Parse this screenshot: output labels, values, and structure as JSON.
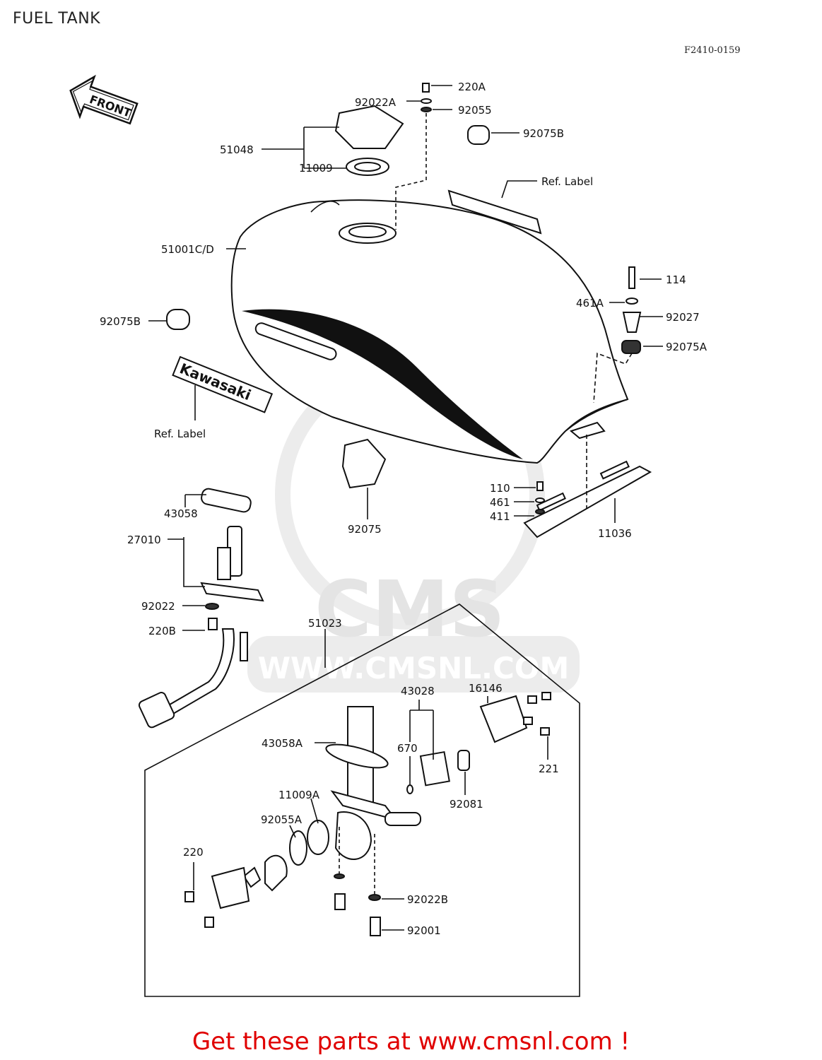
{
  "page": {
    "title": "FUEL TANK",
    "diagram_code": "F2410-0159",
    "front_arrow_label": "FRONT",
    "decal_text": "Kawasaki",
    "watermark": {
      "logo": "CMS",
      "url": "WWW.CMSNL.COM"
    },
    "footer": "Get these parts at www.cmsnl.com !"
  },
  "labels": {
    "p220A": "220A",
    "p92022A": "92022A",
    "p92055": "92055",
    "p92075B_top": "92075B",
    "p51048": "51048",
    "p11009": "11009",
    "ref_label_top": "Ref. Label",
    "p51001CD": "51001C/D",
    "p114": "114",
    "p461A": "461A",
    "p92027": "92027",
    "p92075A": "92075A",
    "p92075B_left": "92075B",
    "ref_label_left": "Ref. Label",
    "p110": "110",
    "p461": "461",
    "p411": "411",
    "p11036": "11036",
    "p92075": "92075",
    "p43058": "43058",
    "p27010": "27010",
    "p92022": "92022",
    "p220B": "220B",
    "p51023": "51023",
    "p43028": "43028",
    "p16146": "16146",
    "p43058A": "43058A",
    "p670": "670",
    "p221": "221",
    "p11009A": "11009A",
    "p92081": "92081",
    "p92055A": "92055A",
    "p220": "220",
    "p92022B": "92022B",
    "p92001": "92001"
  },
  "colors": {
    "footer": "#e00000",
    "line": "#111111",
    "watermark": "#e4e4e4"
  }
}
